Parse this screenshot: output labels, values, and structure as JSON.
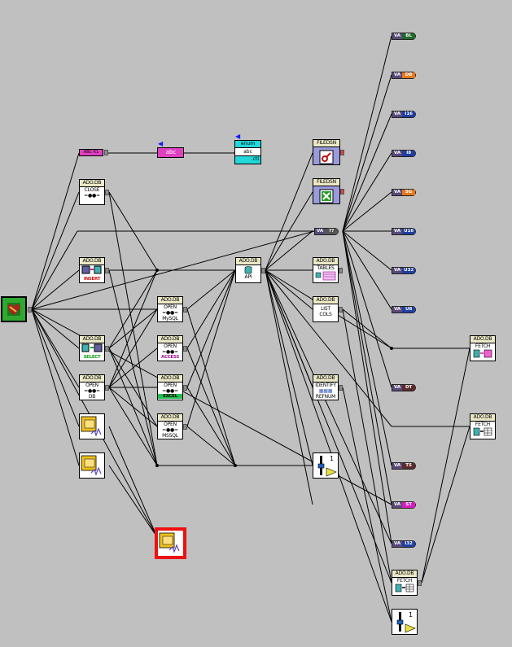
{
  "colors": {
    "wire": "#000000",
    "canvas": "#c0c0c0",
    "selected_border": "#ee1111",
    "header_bg": "#ece9c8",
    "variant_tag": "#5a4a7a"
  },
  "string_const": {
    "label": "abc",
    "pink_value": "ABC-X1"
  },
  "enum_control": {
    "top": "enum",
    "mid": "abc",
    "bottom": ".ctl"
  },
  "filedsn": {
    "label": "FILEDSN"
  },
  "nodes": {
    "close": {
      "hdr": "ADO.DB",
      "l1": "CLOSE",
      "l2": ""
    },
    "insert": {
      "hdr": "ADO.DB",
      "sub": "INSERT"
    },
    "select": {
      "hdr": "ADO.DB",
      "sub": "SELECT"
    },
    "open_db": {
      "hdr": "ADO.DB",
      "l1": "OPEN",
      "l2": "DB"
    },
    "open_mysql": {
      "hdr": "ADO.DB",
      "l1": "OPEN",
      "l2": "MySQL"
    },
    "open_access": {
      "hdr": "ADO.DB",
      "l1": "OPEN",
      "l2": "ACCESS"
    },
    "open_excel": {
      "hdr": "ADO.DB",
      "l1": "OPEN",
      "l2": "EXCEL"
    },
    "open_mssql": {
      "hdr": "ADO.DB",
      "l1": "OPEN",
      "l2": "MSSQL"
    },
    "api": {
      "hdr": "ADO.DB",
      "l2": "API"
    },
    "tables": {
      "hdr": "ADO.DB",
      "l1": "TABLES"
    },
    "list_cols": {
      "hdr": "ADO.DB",
      "l1": "LIST",
      "l2": "COLS"
    },
    "identify": {
      "hdr": "ADO.DB",
      "l1": "IDENTIFY",
      "l2": "REFNUM"
    },
    "fetch1": {
      "hdr": "ADO.DB",
      "l1": "FETCH"
    },
    "fetch2": {
      "hdr": "ADO.DB",
      "l1": "FETCH"
    },
    "fetch3": {
      "hdr": "ADO.DB",
      "l1": "FETCH"
    }
  },
  "slider_index": {
    "value": "1"
  },
  "variant_prefix": "VA",
  "variant_tags": [
    {
      "key": "bl",
      "type": "BL",
      "color": "#1f6b2a"
    },
    {
      "key": "db",
      "type": "DB",
      "color": "#e8781c"
    },
    {
      "key": "i16",
      "type": "I16",
      "color": "#1f3fa0"
    },
    {
      "key": "i8",
      "type": "I8",
      "color": "#1f3fa0"
    },
    {
      "key": "sg",
      "type": "SG",
      "color": "#e8781c"
    },
    {
      "key": "any",
      "type": "??",
      "color": "#555555"
    },
    {
      "key": "u16",
      "type": "U16",
      "color": "#1f3fa0"
    },
    {
      "key": "u32",
      "type": "U32",
      "color": "#1f3fa0"
    },
    {
      "key": "u8",
      "type": "U8",
      "color": "#1f3fa0"
    },
    {
      "key": "dt",
      "type": "DT",
      "color": "#5c2a2a"
    },
    {
      "key": "ts",
      "type": "TS",
      "color": "#5c2a2a"
    },
    {
      "key": "st",
      "type": "ST",
      "color": "#d61ec0"
    },
    {
      "key": "i32",
      "type": "I32",
      "color": "#1f3fa0"
    }
  ]
}
